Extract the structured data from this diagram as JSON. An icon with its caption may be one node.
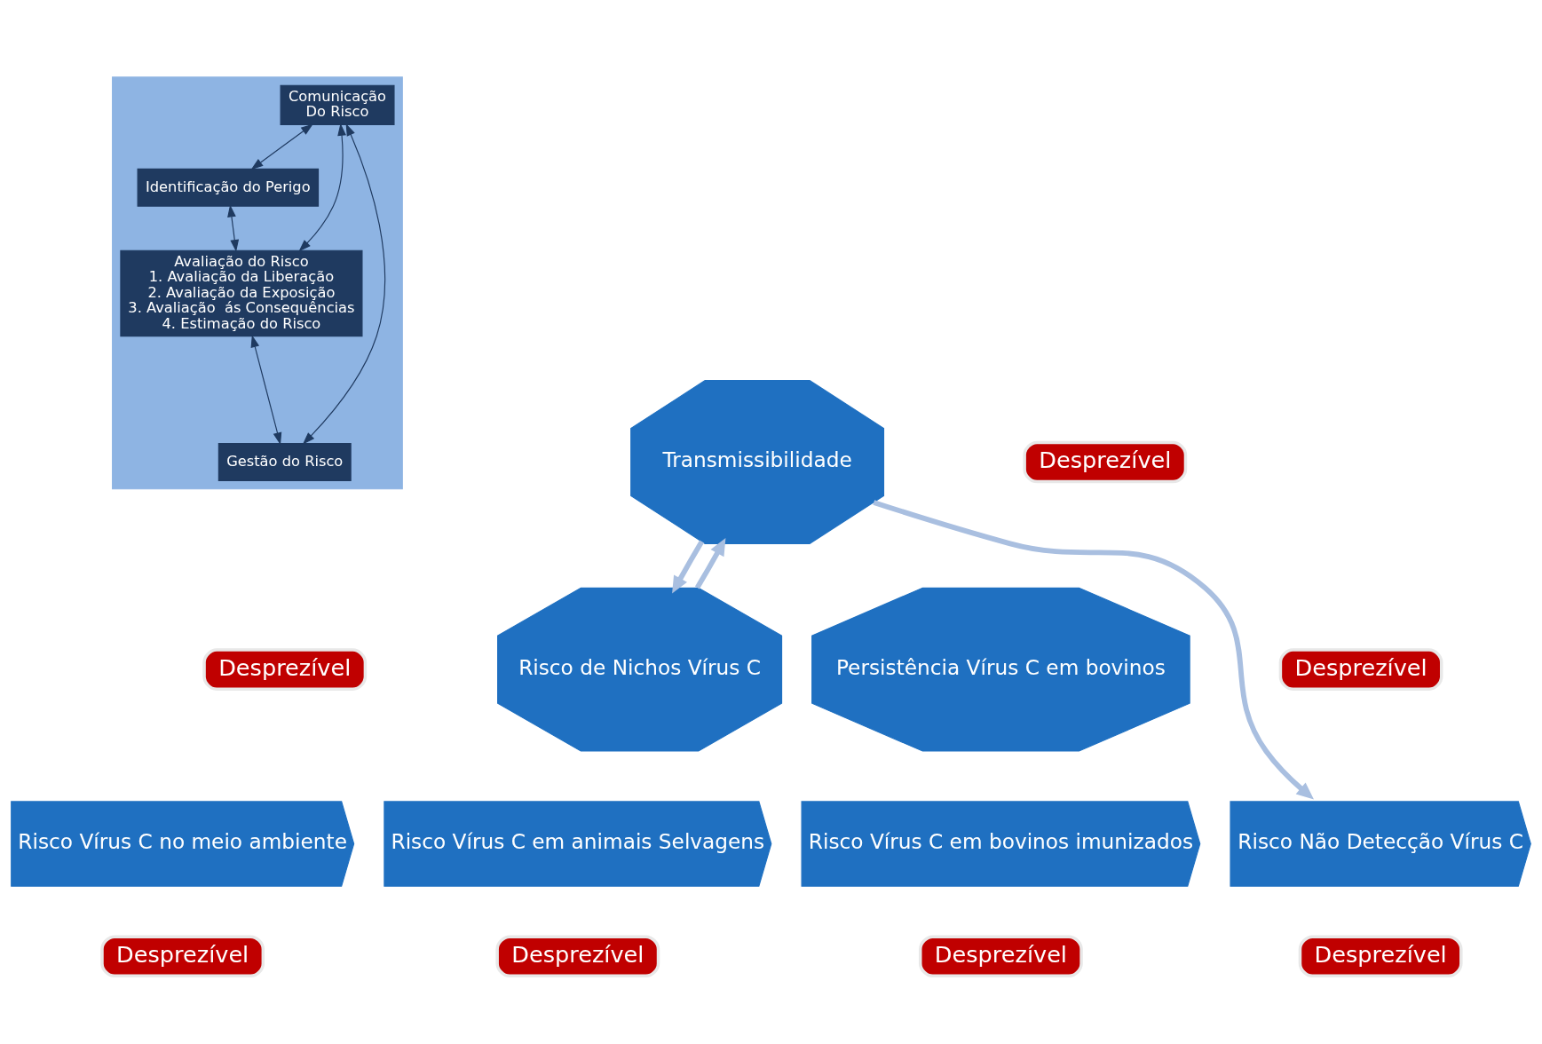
{
  "diagram": {
    "nodes": [
      {
        "text": [],
        "shape": "box"
      },
      {
        "text": [
          "Comunicação",
          "Do Risco"
        ],
        "in": 0
      },
      {
        "text": [
          "Identificação do Perigo"
        ],
        "in": 0
      },
      {
        "text": [
          "Avaliação do Risco",
          "1. Avaliação da Liberação",
          "2. Avaliação da Exposição",
          "3. Avaliação  ás Consequências",
          "4. Estimação do Risco"
        ],
        "in": 0
      },
      {
        "text": [
          "Gestão do Risco"
        ],
        "in": 0
      },
      {
        "text": [
          "Transmissibilidade"
        ]
      },
      {
        "text": [
          "Risco de Nichos Vírus C"
        ]
      },
      {
        "text": [
          "Persistência Vírus C em bovinos"
        ]
      },
      {
        "text": [
          "Risco Vírus C no meio ambiente"
        ]
      },
      {
        "text": [
          "Risco Vírus C em animais Selvagens"
        ]
      },
      {
        "text": [
          "Risco Vírus C em bovinos imunizados"
        ]
      },
      {
        "text": [
          "Risco Não Detecção Vírus C"
        ]
      },
      {
        "text": [
          "Desprezível"
        ]
      },
      {
        "text": [
          "Desprezível"
        ]
      },
      {
        "text": [
          "Desprezível"
        ]
      },
      {
        "text": [
          "Desprezível"
        ]
      },
      {
        "text": [
          "Desprezível"
        ]
      },
      {
        "text": [
          "Desprezível"
        ]
      },
      {
        "text": [
          "Desprezível"
        ]
      }
    ],
    "edges": [
      {
        "from": 1,
        "to": 2,
        "arrow": "both"
      },
      {
        "from": 1,
        "to": 3,
        "arrow": "both"
      },
      {
        "from": 1,
        "to": 4,
        "arrow": "both"
      },
      {
        "from": 2,
        "to": 3,
        "arrow": "both"
      },
      {
        "from": 3,
        "to": 4,
        "arrow": "both"
      },
      {
        "from": 6,
        "to": 5,
        "arrow": "to",
        "style": "thick",
        "color": "#a9bfe0"
      },
      {
        "from": 5,
        "to": 6,
        "arrow": "to",
        "style": "thick",
        "color": "#a9bfe0"
      },
      {
        "from": 5,
        "to": 11,
        "arrow": "to",
        "style": "thick",
        "color": "#a9bfe0"
      }
    ]
  }
}
